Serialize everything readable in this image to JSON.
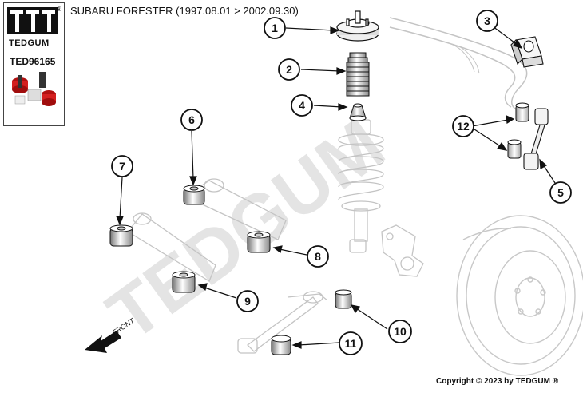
{
  "header": {
    "title": "SUBARU FORESTER  (1997.08.01 > 2002.09.30)"
  },
  "logo": {
    "brand": "TEDGUM",
    "registered": "®",
    "product_code": "TED96165"
  },
  "diagram": {
    "watermark": "TEDGUM",
    "front_label": "FRONT",
    "callouts": [
      "1",
      "2",
      "3",
      "4",
      "5",
      "6",
      "7",
      "8",
      "9",
      "10",
      "11",
      "12"
    ]
  },
  "footer": {
    "copyright": "Copyright © 2023 by TEDGUM ®"
  },
  "colors": {
    "bushing_red": "#d41f1f",
    "line": "#111111",
    "faint_part": "#bdbdbd",
    "watermark": "#e4e4e4"
  }
}
